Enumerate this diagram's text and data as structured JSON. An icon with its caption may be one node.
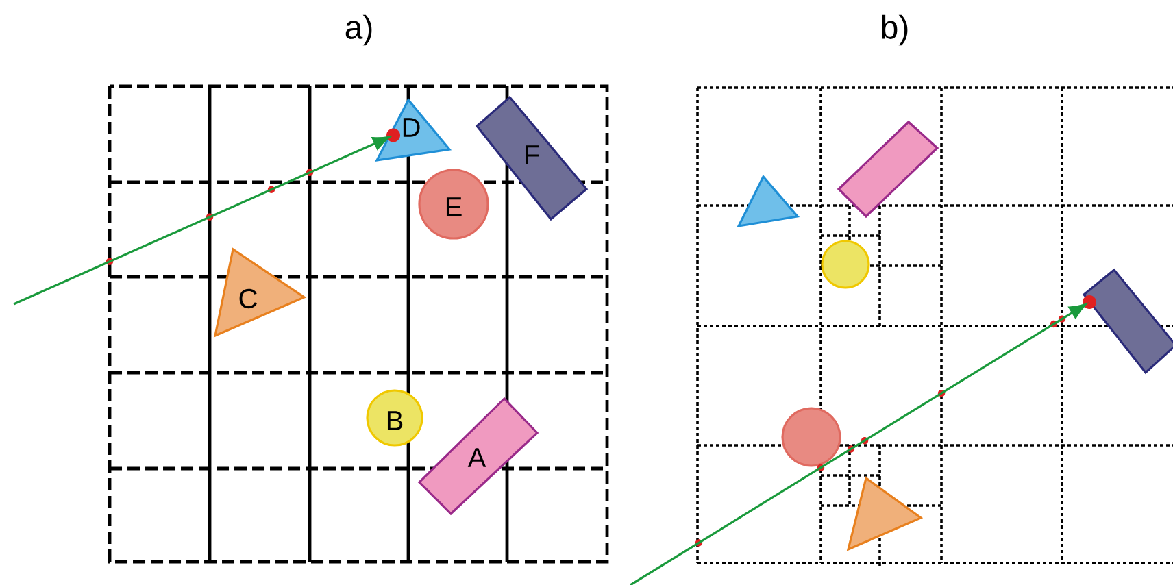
{
  "diagram": {
    "nodes": [
      {
        "text": [
          "D"
        ]
      },
      {
        "text": [
          "F"
        ]
      },
      {
        "text": [
          "E"
        ]
      },
      {
        "text": [
          "C"
        ]
      },
      {
        "text": [
          "B"
        ]
      },
      {
        "text": [
          "A"
        ]
      },
      {
        "text": [],
        "shape": "box"
      },
      {
        "text": [],
        "shape": "triangle"
      },
      {
        "text": [],
        "shape": "circle"
      },
      {
        "text": [],
        "shape": "box"
      },
      {
        "text": [],
        "shape": "circle"
      },
      {
        "text": [],
        "shape": "triangle"
      }
    ],
    "edges": [
      {
        "from": null,
        "to": 0,
        "arrow": "to"
      },
      {
        "from": null,
        "to": 9,
        "arrow": "to"
      }
    ],
    "labels": [
      "a)",
      "b)"
    ]
  }
}
